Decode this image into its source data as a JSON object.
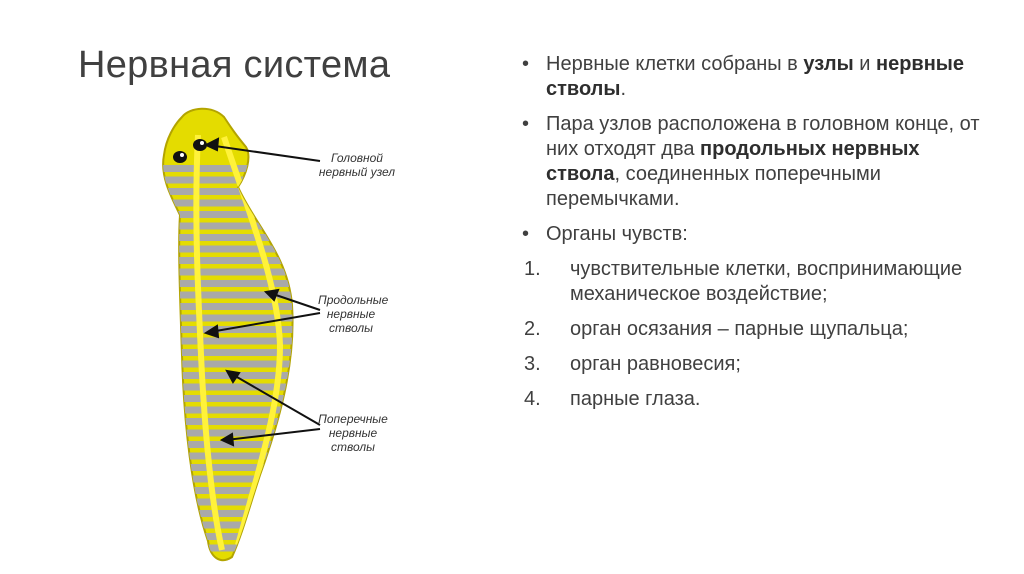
{
  "title": "Нервная система",
  "figure": {
    "labels": {
      "head_ganglion": "Головной нервный узел",
      "longitudinal": "Продольные нервные стволы",
      "transverse": "Поперечные нервные стволы"
    }
  },
  "bullets": [
    {
      "parts": [
        {
          "text": "Нервные клетки собраны в ",
          "bold": false
        },
        {
          "text": "узлы",
          "bold": true
        },
        {
          "text": " и ",
          "bold": false
        },
        {
          "text": "нервные стволы",
          "bold": true
        },
        {
          "text": ".",
          "bold": false
        }
      ]
    },
    {
      "parts": [
        {
          "text": "Пара узлов расположена в головном конце, от них отходят два ",
          "bold": false
        },
        {
          "text": "продольных нервных ствола",
          "bold": true
        },
        {
          "text": ", соединенных поперечными перемычками.",
          "bold": false
        }
      ]
    },
    {
      "parts": [
        {
          "text": "Органы чувств:",
          "bold": false
        }
      ]
    }
  ],
  "numbered": [
    {
      "number": "1.",
      "text": "чувствительные клетки, воспринимающие механическое воздействие;"
    },
    {
      "number": "2.",
      "text": "орган осязания – парные щупальца;"
    },
    {
      "number": "3.",
      "text": "орган равновесия;"
    },
    {
      "number": "4.",
      "text": "парные глаза."
    }
  ],
  "colors": {
    "nerve": "#f2e600",
    "body_edge": "#c9b800",
    "body_fill": "#a8a8a8",
    "text": "#404040"
  }
}
